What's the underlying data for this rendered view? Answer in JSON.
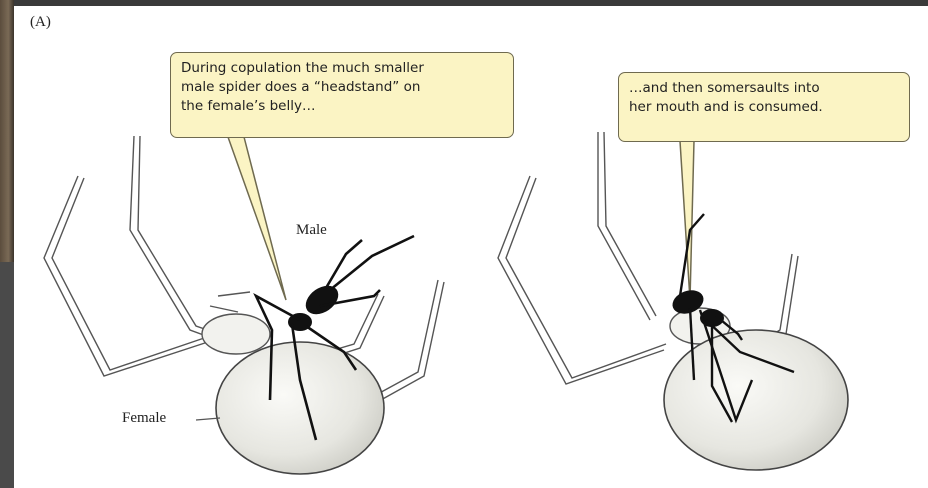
{
  "panel_label": "(A)",
  "callout_left": "During copulation the much smaller\nmale spider does a “headstand” on\nthe female’s belly…",
  "callout_right": "…and then somersaults into\nher mouth and is consumed.",
  "label_male": "Male",
  "label_female": "Female",
  "colors": {
    "callout_fill": "#fbf4c4",
    "callout_border": "#6f6a4f",
    "female_body": "#ebebe6",
    "male_body": "#111111",
    "background": "#ffffff"
  }
}
